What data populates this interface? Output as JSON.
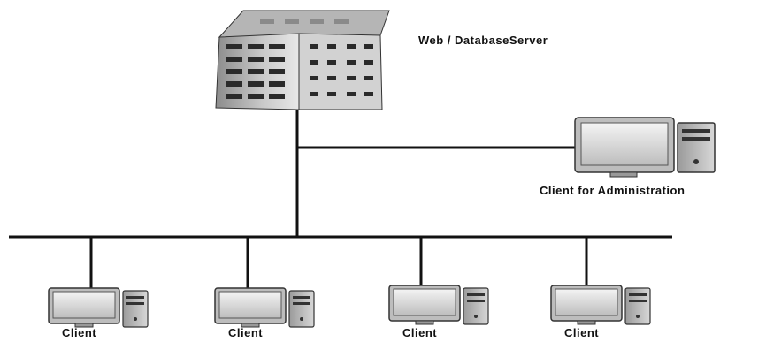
{
  "server": {
    "label": "Web / DatabaseServer",
    "icon": "server-rack-icon"
  },
  "admin_client": {
    "label": "Client for Administration",
    "icon": "desktop-computer-icon"
  },
  "clients": [
    {
      "label": "Client",
      "icon": "desktop-computer-icon"
    },
    {
      "label": "Client",
      "icon": "desktop-computer-icon"
    },
    {
      "label": "Client",
      "icon": "desktop-computer-icon"
    },
    {
      "label": "Client",
      "icon": "desktop-computer-icon"
    }
  ],
  "colors": {
    "line": "#111111",
    "device_fill": "#c9c9c9",
    "screen_fill": "#e6e6e6"
  }
}
